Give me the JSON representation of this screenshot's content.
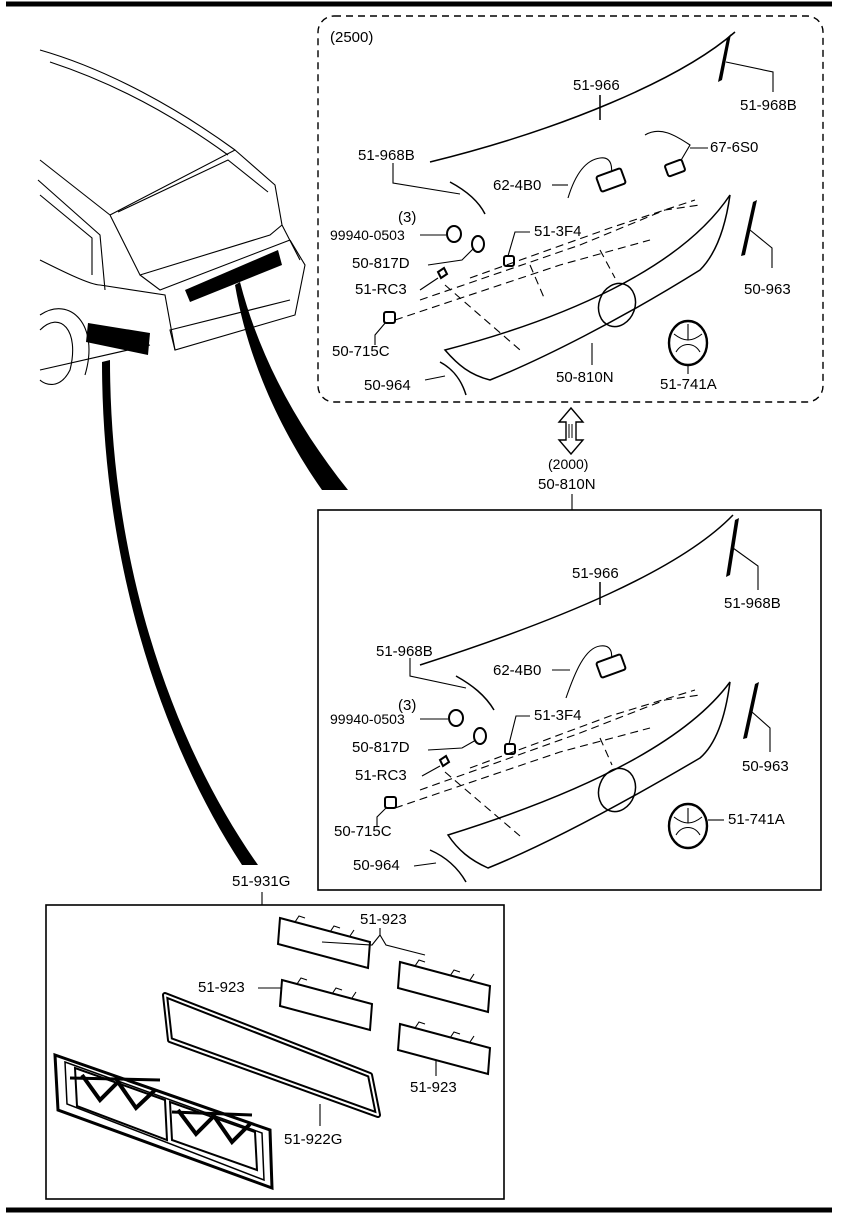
{
  "sections": {
    "upper_variant": "(2500)",
    "lower_variant": "(2000)",
    "lower_variant_part": "50-810N",
    "bottom_assembly": "51-931G"
  },
  "upper_panel": {
    "p_51_966": "51-966",
    "p_51_968B_right": "51-968B",
    "p_51_968B_left": "51-968B",
    "p_67_6S0": "67-6S0",
    "p_62_4B0": "62-4B0",
    "qty": "(3)",
    "p_99940_0503": "99940-0503",
    "p_51_3F4": "51-3F4",
    "p_50_817D": "50-817D",
    "p_51_RC3": "51-RC3",
    "p_50_963": "50-963",
    "p_50_715C": "50-715C",
    "p_50_964": "50-964",
    "p_50_810N": "50-810N",
    "p_51_741A": "51-741A"
  },
  "lower_panel": {
    "p_51_966": "51-966",
    "p_51_968B_right": "51-968B",
    "p_51_968B_left": "51-968B",
    "p_62_4B0": "62-4B0",
    "qty": "(3)",
    "p_99940_0503": "99940-0503",
    "p_51_3F4": "51-3F4",
    "p_50_817D": "50-817D",
    "p_51_RC3": "51-RC3",
    "p_50_963": "50-963",
    "p_50_715C": "50-715C",
    "p_50_964": "50-964",
    "p_51_741A": "51-741A"
  },
  "bottom_panel": {
    "p_51_923_top": "51-923",
    "p_51_923_left": "51-923",
    "p_51_923_bottom": "51-923",
    "p_51_922G": "51-922G"
  }
}
